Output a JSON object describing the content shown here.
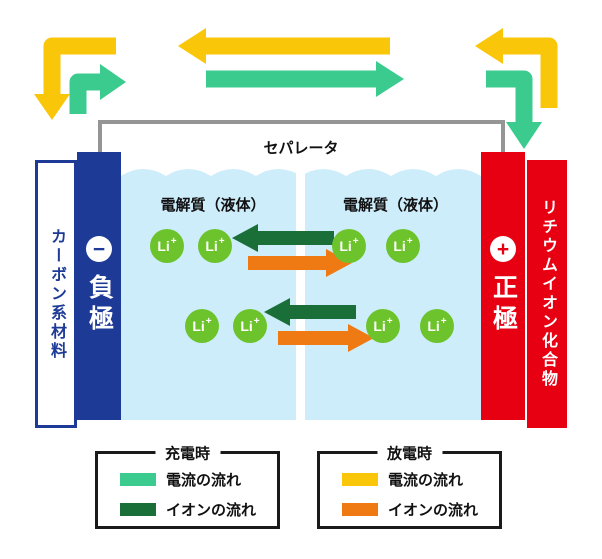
{
  "colors": {
    "discharge_yellow": "#F9C60A",
    "charge_teal": "#3BCB8E",
    "charge_ion_green": "#1A6E38",
    "discharge_ion_orange": "#EF7A14",
    "electrode_navy": "#1D3A96",
    "electrode_red": "#E60012",
    "electrolyte_blue": "#CEEDFB",
    "lithium_green": "#6DC32B",
    "wire_gray": "#959595",
    "separator_white": "#FFFFFF"
  },
  "diagram": {
    "separator_label": "セパレータ",
    "electrolyte_left_label": "電解質（液体）",
    "electrolyte_right_label": "電解質（液体）",
    "negative_electrode": {
      "material": "カーボン系材料",
      "label": "負極",
      "sign": "−"
    },
    "positive_electrode": {
      "material": "リチウムイオン化合物",
      "label": "正極",
      "sign": "+"
    },
    "lithium_ion": {
      "base": "Li",
      "sup": "+"
    }
  },
  "legend": {
    "charge": {
      "title": "充電時",
      "items": [
        "電流の流れ",
        "イオンの流れ"
      ]
    },
    "discharge": {
      "title": "放電時",
      "items": [
        "電流の流れ",
        "イオンの流れ"
      ]
    }
  }
}
